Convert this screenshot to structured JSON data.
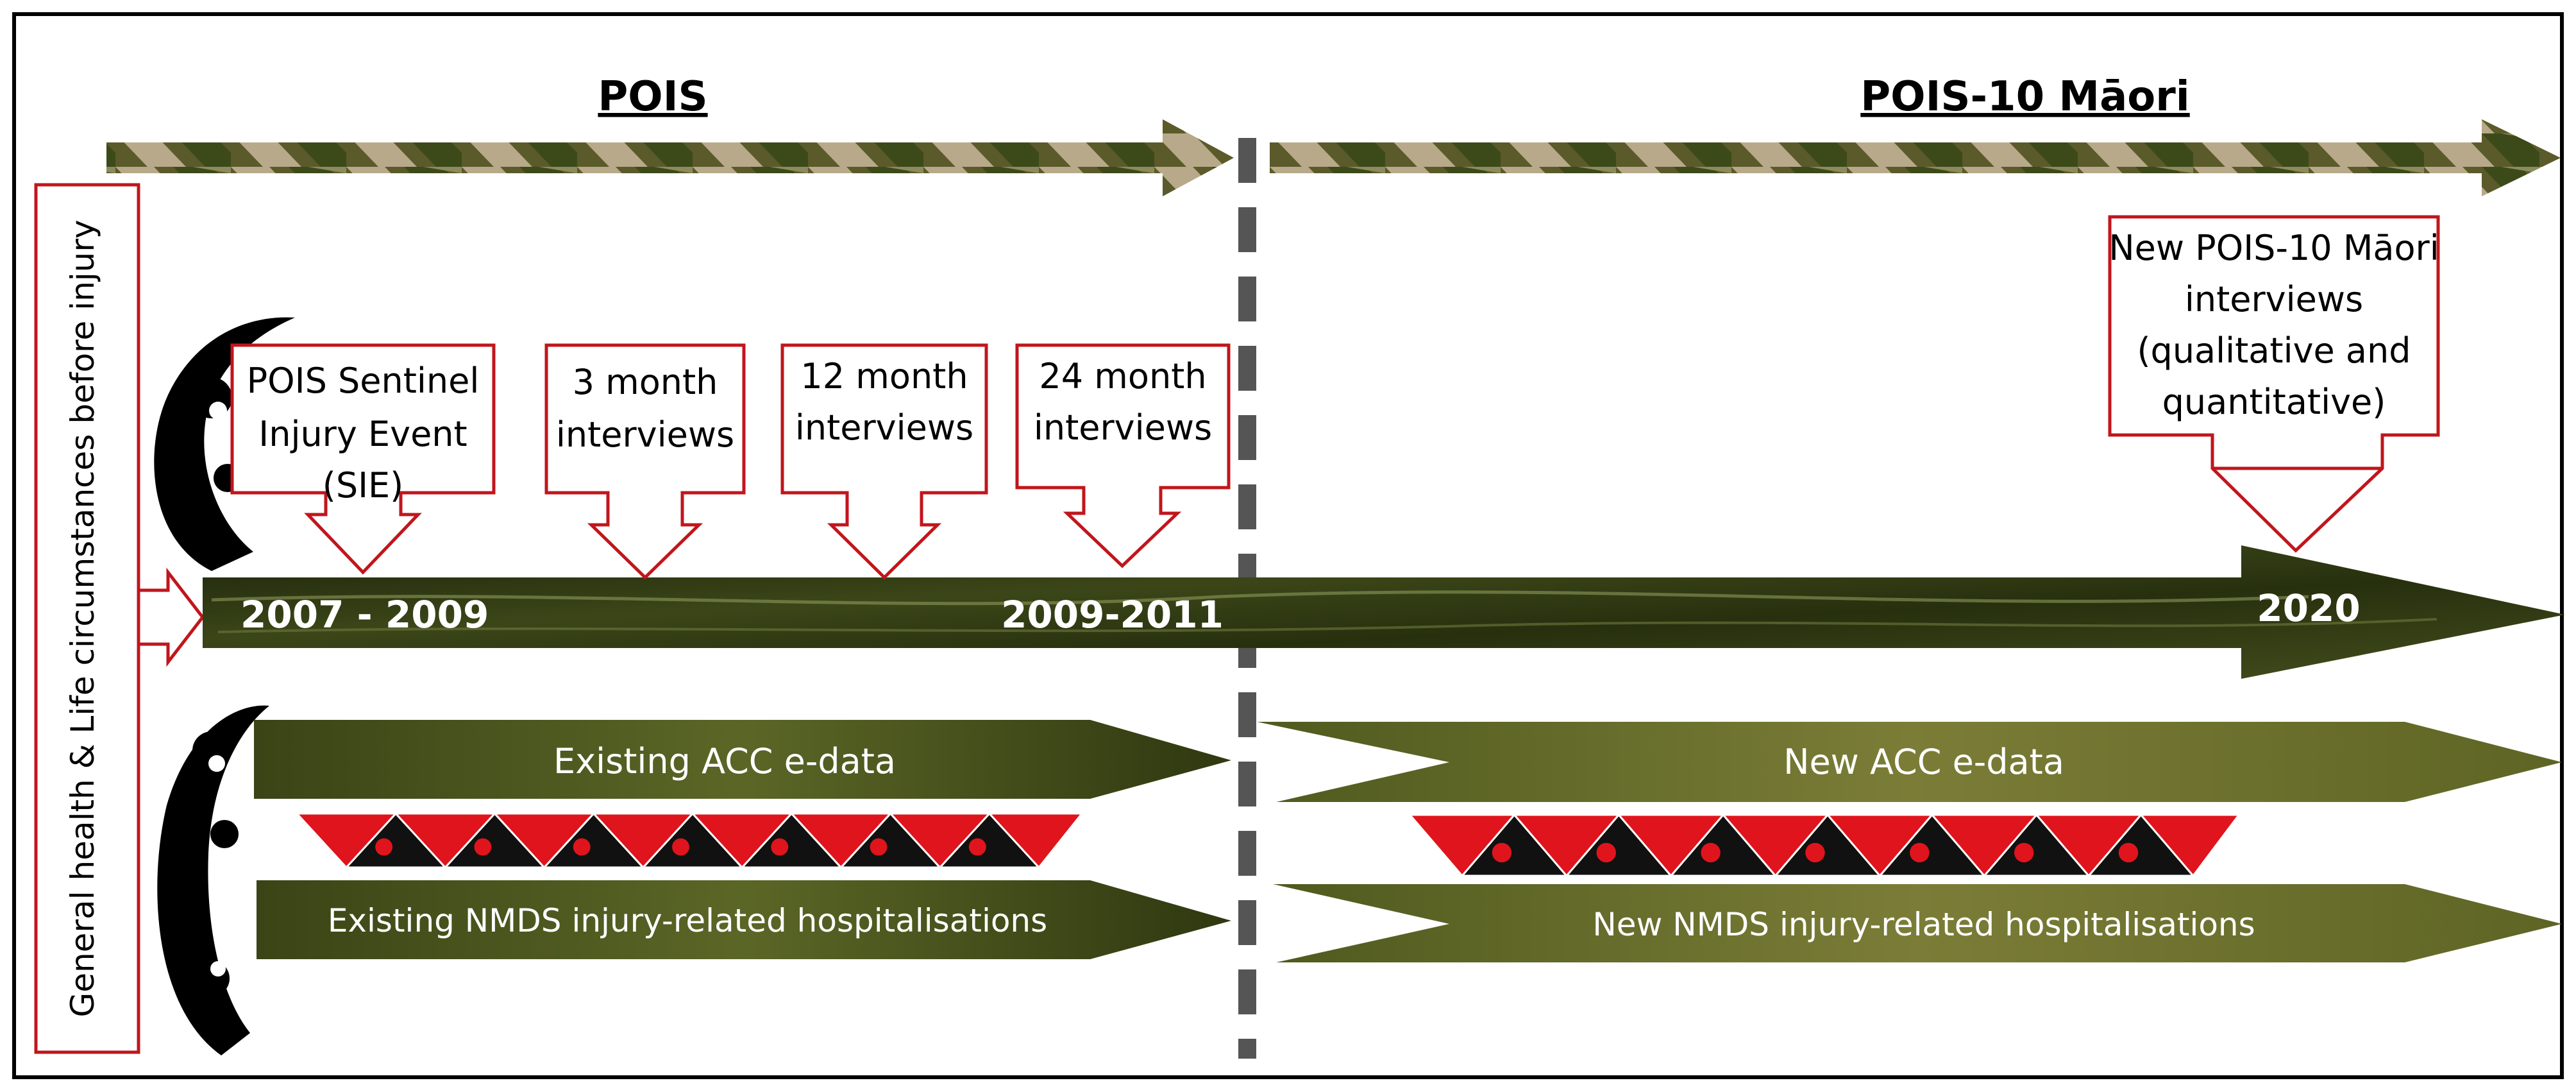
{
  "headers": {
    "left": "POIS",
    "right": "POIS-10 Māori"
  },
  "side_label": "General health & Life circumstances before injury",
  "callouts": {
    "sie": [
      "POIS Sentinel",
      "Injury Event",
      "(SIE)"
    ],
    "m3": [
      "3 month",
      "interviews"
    ],
    "m12": [
      "12 month",
      "interviews"
    ],
    "m24": [
      "24 month",
      "interviews"
    ],
    "new": [
      "New POIS-10 Māori",
      "interviews",
      "(qualitative and",
      "quantitative)"
    ]
  },
  "timeline": {
    "start": "2007 - 2009",
    "mid": "2009-2011",
    "end": "2020"
  },
  "data_bands": {
    "left_acc": "Existing ACC e-data",
    "left_nmds": "Existing NMDS injury-related hospitalisations",
    "right_acc": "New ACC e-data",
    "right_nmds": "New NMDS injury-related hospitalisations"
  },
  "colors": {
    "callout_border": "#c0161c",
    "band_dark": "#2c3310",
    "band_light": "#6b6b2a",
    "pattern_red": "#e0141c",
    "divider": "#555555"
  }
}
